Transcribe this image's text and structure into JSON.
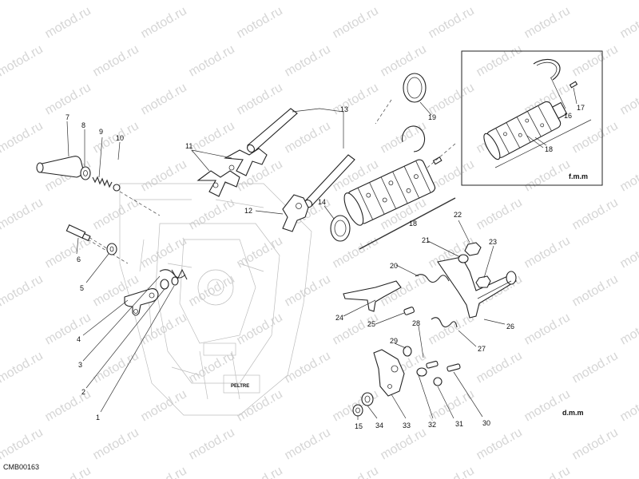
{
  "watermark": {
    "text": "motod.ru"
  },
  "diagram": {
    "code": "CMB00163",
    "variant_main": "d.m.m",
    "variant_inset": "f.m.m",
    "engine_marking": "PELTRE"
  },
  "callouts": [
    {
      "id": "c1",
      "label": "1"
    },
    {
      "id": "c2",
      "label": "2"
    },
    {
      "id": "c3",
      "label": "3"
    },
    {
      "id": "c4",
      "label": "4"
    },
    {
      "id": "c5",
      "label": "5"
    },
    {
      "id": "c6",
      "label": "6"
    },
    {
      "id": "c7",
      "label": "7"
    },
    {
      "id": "c8",
      "label": "8"
    },
    {
      "id": "c9",
      "label": "9"
    },
    {
      "id": "c10",
      "label": "10"
    },
    {
      "id": "c11",
      "label": "11"
    },
    {
      "id": "c12",
      "label": "12"
    },
    {
      "id": "c13",
      "label": "13"
    },
    {
      "id": "c14",
      "label": "14"
    },
    {
      "id": "c15",
      "label": "15"
    },
    {
      "id": "c16",
      "label": "16"
    },
    {
      "id": "c17",
      "label": "17"
    },
    {
      "id": "c18a",
      "label": "18"
    },
    {
      "id": "c18b",
      "label": "18"
    },
    {
      "id": "c19",
      "label": "19"
    },
    {
      "id": "c20",
      "label": "20"
    },
    {
      "id": "c21",
      "label": "21"
    },
    {
      "id": "c22",
      "label": "22"
    },
    {
      "id": "c23",
      "label": "23"
    },
    {
      "id": "c24",
      "label": "24"
    },
    {
      "id": "c25",
      "label": "25"
    },
    {
      "id": "c26",
      "label": "26"
    },
    {
      "id": "c27",
      "label": "27"
    },
    {
      "id": "c28",
      "label": "28"
    },
    {
      "id": "c29",
      "label": "29"
    },
    {
      "id": "c30",
      "label": "30"
    },
    {
      "id": "c31",
      "label": "31"
    },
    {
      "id": "c32",
      "label": "32"
    },
    {
      "id": "c33",
      "label": "33"
    },
    {
      "id": "c34",
      "label": "34"
    }
  ]
}
